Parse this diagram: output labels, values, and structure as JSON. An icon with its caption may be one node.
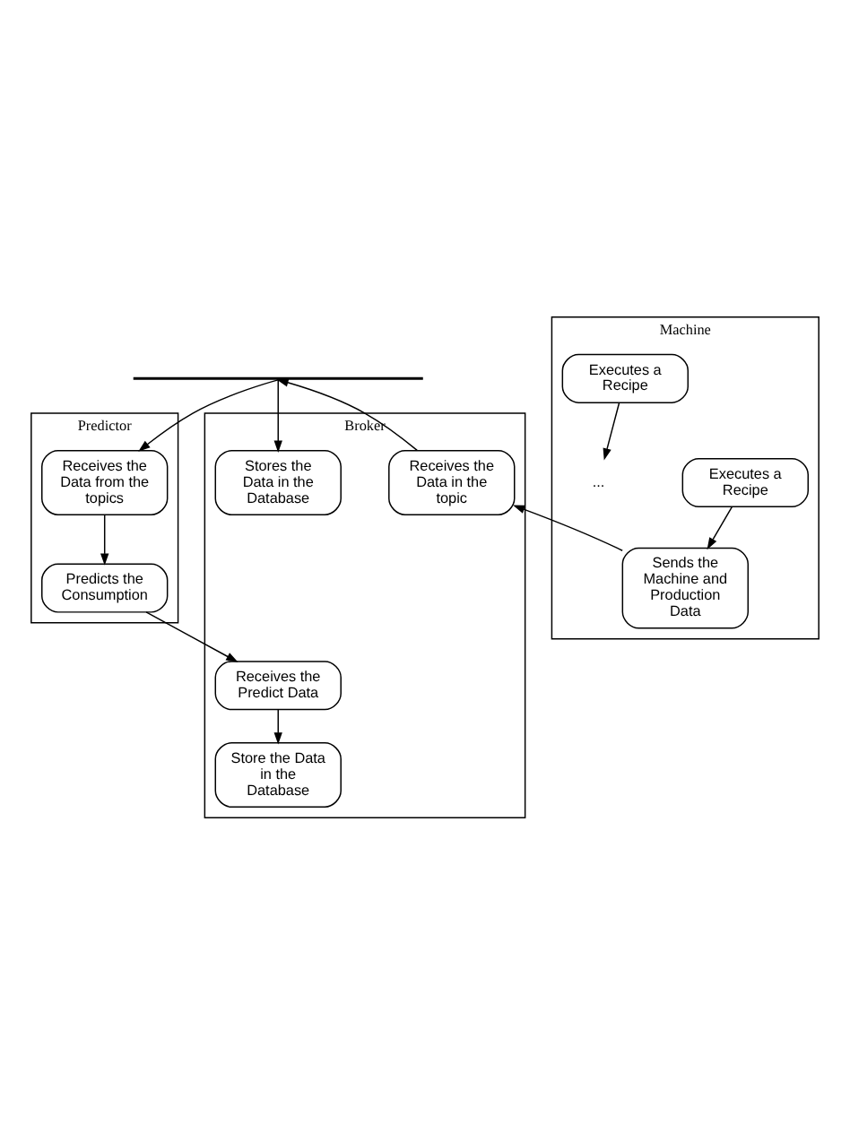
{
  "diagram": {
    "nodes": [
      {
        "text": [
          "Machine"
        ]
      },
      {
        "text": [
          "Broker"
        ]
      },
      {
        "text": [
          "Predictor"
        ]
      },
      {
        "text": [
          "Executes a Recipe"
        ],
        "in": 0
      },
      {
        "text": [
          "Sends the Machine and Production Data"
        ],
        "in": 0
      },
      {
        "text": [
          "Receives the Data in the topic"
        ],
        "in": 1
      },
      {
        "text": [],
        "shape": "bar"
      },
      {
        "text": [
          "Stores the Data in the Database"
        ],
        "in": 1
      },
      {
        "text": [
          "Receives the Data from the topics"
        ],
        "in": 2
      },
      {
        "text": [
          "Predicts the Consumption"
        ],
        "in": 2
      },
      {
        "text": [
          "Receives the Predict Data"
        ],
        "in": 1
      },
      {
        "text": [
          "Store the Data in the Database"
        ],
        "in": 1
      },
      {
        "text": [
          "Executes a Recipe"
        ],
        "in": 0
      },
      {
        "text": [
          "..."
        ],
        "in": 0
      }
    ],
    "edges": [
      {
        "from": 3,
        "to": 4,
        "arrow": "to"
      },
      {
        "from": 4,
        "to": 5,
        "arrow": "to"
      },
      {
        "from": 5,
        "to": 6,
        "arrow": "to"
      },
      {
        "from": 6,
        "to": 7,
        "arrow": "to"
      },
      {
        "from": 6,
        "to": 8,
        "arrow": "to"
      },
      {
        "from": 8,
        "to": 9,
        "arrow": "to"
      },
      {
        "from": 9,
        "to": 10,
        "arrow": "to"
      },
      {
        "from": 10,
        "to": 11,
        "arrow": "to"
      },
      {
        "from": 12,
        "to": 13,
        "arrow": "to"
      }
    ]
  }
}
